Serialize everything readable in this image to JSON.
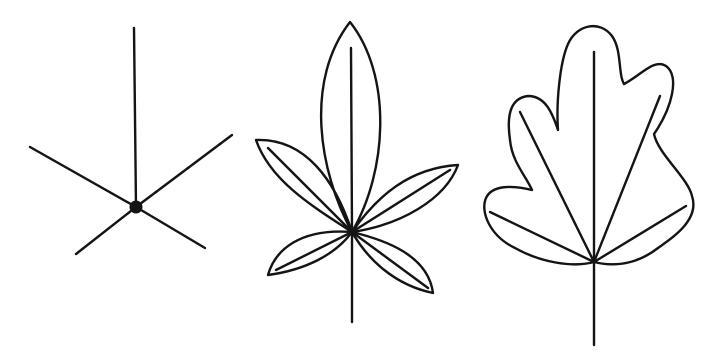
{
  "figure": {
    "panels": [
      {
        "id": "venation-schematic",
        "shape": "five lines radiating from a central point (dot)"
      },
      {
        "id": "palmately-compound-leaf",
        "shape": "five lanceolate leaflets joined at a single point on the stalk"
      },
      {
        "id": "palmately-lobed-leaf",
        "shape": "lobed leaf outline with five veins radiating from one point"
      }
    ],
    "colors": {
      "ink": "#141414",
      "background": "#ffffff"
    }
  }
}
